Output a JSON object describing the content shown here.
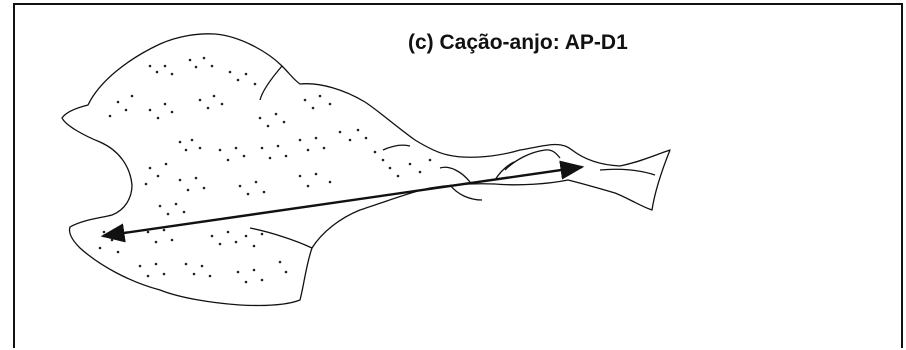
{
  "figure": {
    "caption": "(c) Cação-anjo: AP-D1"
  },
  "colors": {
    "line": "#111111",
    "background": "#ffffff"
  },
  "icons": [
    "angel-shark-outline",
    "measurement-arrow"
  ]
}
